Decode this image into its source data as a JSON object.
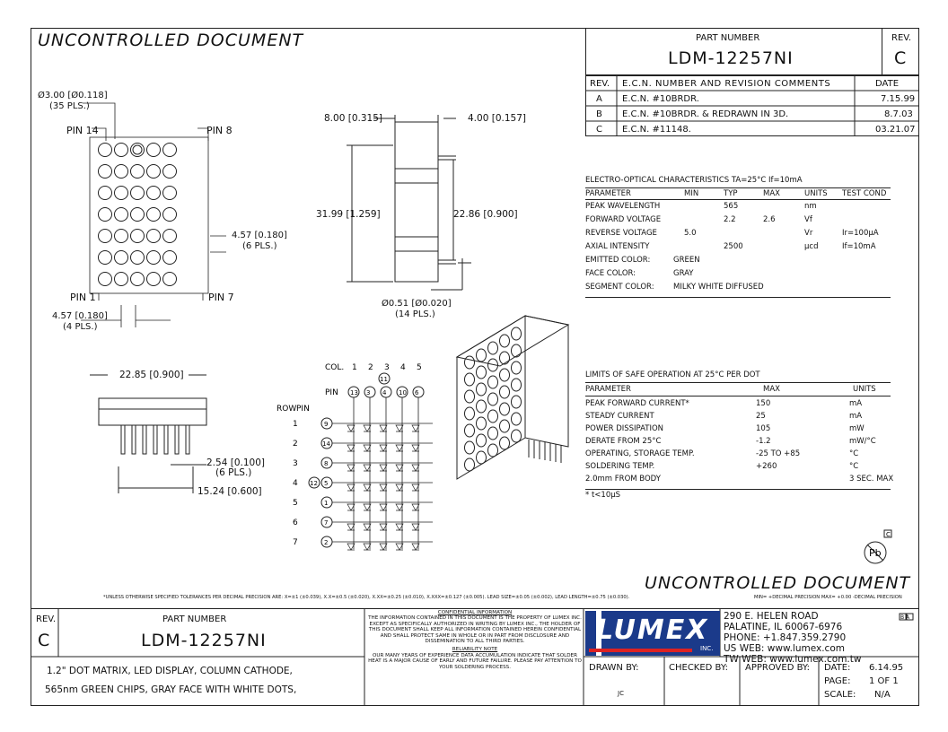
{
  "header": {
    "uncontrolled_top": "UNCONTROLLED DOCUMENT",
    "part_number_label": "PART NUMBER",
    "part_number": "LDM-12257NI",
    "rev_label": "REV.",
    "rev_value": "C"
  },
  "revision_table": {
    "headers": [
      "REV.",
      "E.C.N. NUMBER AND REVISION COMMENTS",
      "DATE"
    ],
    "rows": [
      {
        "rev": "A",
        "comment": "E.C.N. #10BRDR.",
        "date": "7.15.99"
      },
      {
        "rev": "B",
        "comment": "E.C.N. #10BRDR. & REDRAWN IN 3D.",
        "date": "8.7.03"
      },
      {
        "rev": "C",
        "comment": "E.C.N. #11148.",
        "date": "03.21.07"
      }
    ]
  },
  "electro_optical": {
    "title": "ELECTRO-OPTICAL CHARACTERISTICS TA=25°C    If=10mA",
    "headers": [
      "PARAMETER",
      "MIN",
      "TYP",
      "MAX",
      "UNITS",
      "TEST COND"
    ],
    "rows": [
      [
        "PEAK WAVELENGTH",
        "",
        "565",
        "",
        "nm",
        ""
      ],
      [
        "FORWARD VOLTAGE",
        "",
        "2.2",
        "2.6",
        "Vf",
        ""
      ],
      [
        "REVERSE VOLTAGE",
        "5.0",
        "",
        "",
        "Vr",
        "Ir=100µA"
      ],
      [
        "AXIAL INTENSITY",
        "",
        "2500",
        "",
        "µcd",
        "If=10mA"
      ]
    ],
    "extras": [
      [
        "EMITTED COLOR:",
        "GREEN"
      ],
      [
        "FACE COLOR:",
        "GRAY"
      ],
      [
        "SEGMENT COLOR:",
        "MILKY WHITE DIFFUSED"
      ]
    ]
  },
  "safe_operation": {
    "title": "LIMITS OF SAFE OPERATION AT 25°C  PER DOT",
    "headers": [
      "PARAMETER",
      "MAX",
      "UNITS"
    ],
    "rows": [
      [
        "PEAK FORWARD CURRENT*",
        "150",
        "mA"
      ],
      [
        "STEADY CURRENT",
        "25",
        "mA"
      ],
      [
        "POWER DISSIPATION",
        "105",
        "mW"
      ],
      [
        "DERATE FROM 25°C",
        "-1.2",
        "mW/°C"
      ],
      [
        "OPERATING, STORAGE TEMP.",
        "-25 TO +85",
        "°C"
      ],
      [
        "SOLDERING TEMP.",
        "+260",
        "°C"
      ],
      [
        "2.0mm FROM BODY",
        "",
        "3 SEC. MAX"
      ]
    ],
    "footnote": "* t<10µS"
  },
  "dimensions": {
    "hole": "Ø3.00 [Ø0.118]",
    "hole_count": "(35 PLS.)",
    "pin14": "PIN 14",
    "pin8": "PIN 8",
    "pin1": "PIN 1",
    "pin7": "PIN 7",
    "pitch": "4.57 [0.180]",
    "pitch_count": "(6 PLS.)",
    "pitch_bottom": "4.57 [0.180]",
    "pitch_bottom_count": "(4 PLS.)",
    "side_width": "8.00 [0.315]",
    "side_lead": "4.00 [0.157]",
    "height": "31.99 [1.259]",
    "lead_span": "22.86 [0.900]",
    "lead_dia": "Ø0.51 [Ø0.020]",
    "lead_dia_count": "(14 PLS.)",
    "bottom_width": "22.85 [0.900]",
    "lead_pitch": "2.54 [0.100]",
    "lead_pitch_count": "(6 PLS.)",
    "row_span": "15.24 [0.600]"
  },
  "schematic": {
    "col_label": "COL.",
    "cols": [
      "1",
      "2",
      "3",
      "4",
      "5"
    ],
    "pin_label": "PIN",
    "row_label": "ROW",
    "row_pin_label": "PIN",
    "col_pins": [
      "13",
      "3",
      "4",
      "10",
      "6"
    ],
    "col_extra_pin": "11",
    "rows": [
      "1",
      "2",
      "3",
      "4",
      "5",
      "6",
      "7"
    ],
    "row_pins": [
      "9",
      "14",
      "8",
      "5",
      "1",
      "7",
      "2"
    ],
    "row_extra_pin": "12"
  },
  "tolerance_note": "*UNLESS OTHERWISE SPECIFIED TOLERANCES PER DECIMAL PRECISION ARE: X=±1 (±0.039), X.X=±0.5 (±0.020), X.XX=±0.25 (±0.010), X.XXX=±0.127 (±0.005).  LEAD SIZE=±0.05 (±0.002), LEAD LENGTH=±0.75 (±0.030).",
  "tolerance_minmax": "MIN= +DECIMAL PRECISION  MAX= +0.00 -DECIMAL PRECISION",
  "uncontrolled_bottom": "UNCONTROLLED DOCUMENT",
  "title_block": {
    "rev_label": "REV.",
    "rev": "C",
    "part_label": "PART NUMBER",
    "part": "LDM-12257NI",
    "desc1": "1.2\" DOT MATRIX, LED DISPLAY, COLUMN CATHODE,",
    "desc2": "565nm GREEN CHIPS, GRAY FACE WITH WHITE DOTS,",
    "conf_title": "CONFIDENTIAL INFORMATION",
    "conf_text": "THE INFORMATION CONTAINED IN THIS DOCUMENT IS THE PROPERTY OF LUMEX INC. EXCEPT AS SPECIFICALLY AUTHORIZED IN WRITING BY LUMEX INC., THE HOLDER OF THIS DOCUMENT SHALL KEEP ALL INFORMATION CONTAINED HEREIN CONFIDENTIAL AND SHALL PROTECT SAME IN WHOLE OR IN PART FROM DISCLOSURE AND DISSEMINATION TO ALL THIRD PARTIES.",
    "rel_title": "RELIABILITY NOTE",
    "rel_text": "OUR MANY YEARS OF EXPERIENCE DATA ACCUMULATION INDICATE THAT SOLDER HEAT IS A MAJOR CAUSE OF EARLY AND FUTURE FAILURE. PLEASE PAY ATTENTION TO YOUR SOLDERING PROCESS.",
    "logo": "LUMEX",
    "logo_sub": "INC.",
    "address1": "290 E. HELEN ROAD",
    "address2": "PALATINE, IL  60067-6976",
    "phone": "PHONE: +1.847.359.2790",
    "web_us": "US WEB: www.lumex.com",
    "web_tw": "TW WEB: www.lumex.com.tw",
    "drawn_label": "DRAWN BY:",
    "drawn": "JC",
    "checked_label": "CHECKED BY:",
    "approved_label": "APPROVED BY:",
    "date_label": "DATE:",
    "date": "6.14.95",
    "page_label": "PAGE:",
    "page": "1 OF 1",
    "scale_label": "SCALE:",
    "scale": "N/A",
    "corner_marks": "B A"
  },
  "pb_mark": "Pb",
  "c_mark": "C"
}
